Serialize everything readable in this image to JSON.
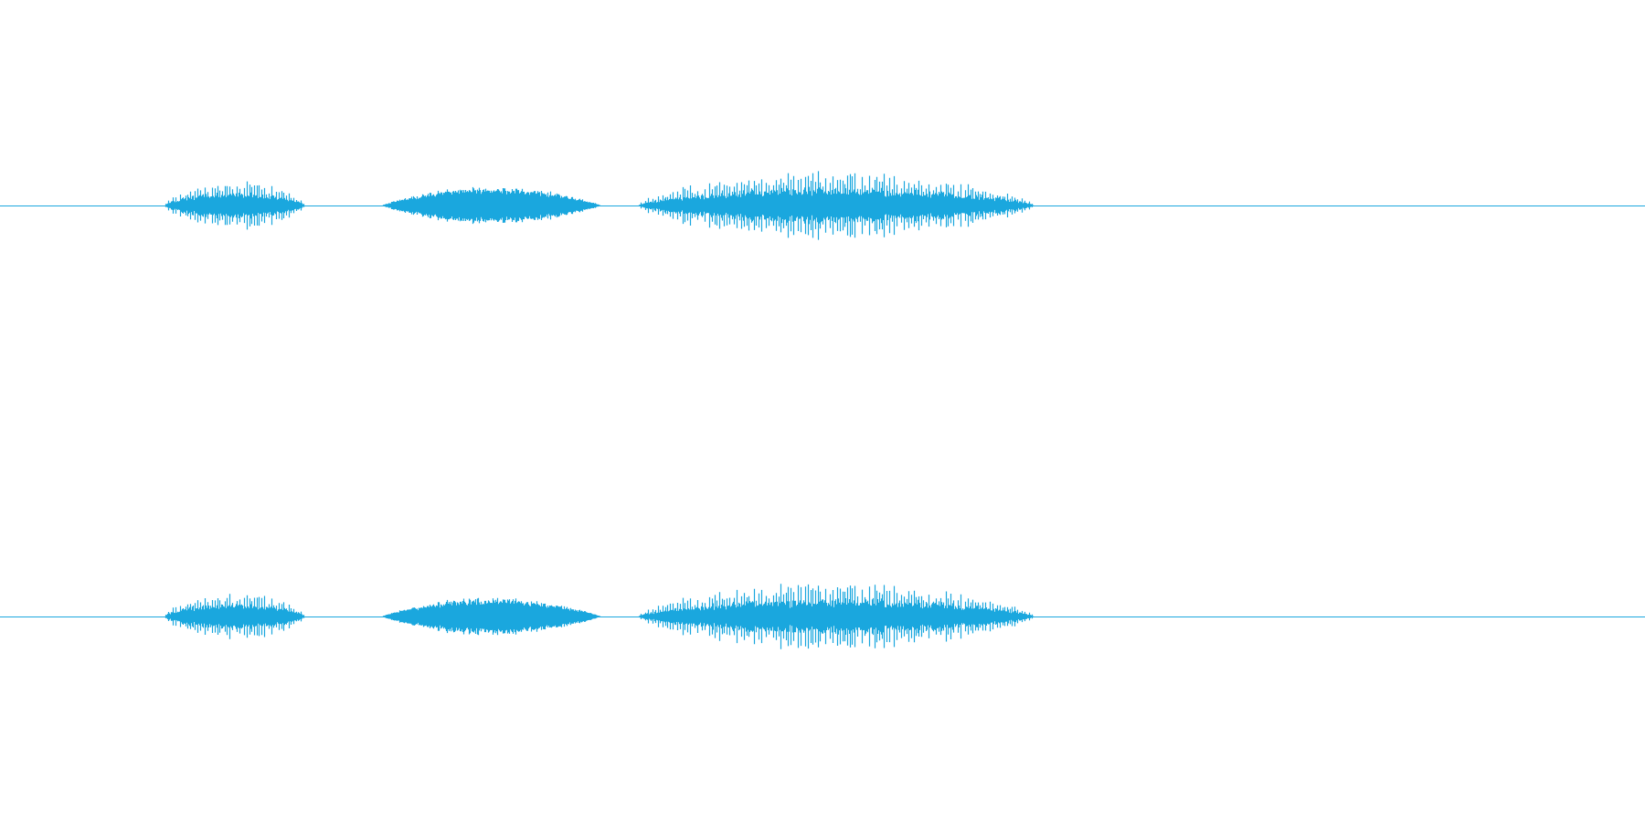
{
  "waveform": {
    "color": "#1aa7de",
    "background": "#ffffff",
    "channels": [
      {
        "id": "channel-1"
      },
      {
        "id": "channel-2"
      }
    ],
    "bursts": [
      {
        "start": 0.1,
        "end": 0.185,
        "amplitude": 0.3,
        "shape": "spiky"
      },
      {
        "start": 0.232,
        "end": 0.385,
        "amplitude": 0.22,
        "shape": "smooth"
      },
      {
        "start": 0.388,
        "end": 0.628,
        "amplitude": 0.4,
        "shape": "spiky"
      }
    ]
  }
}
